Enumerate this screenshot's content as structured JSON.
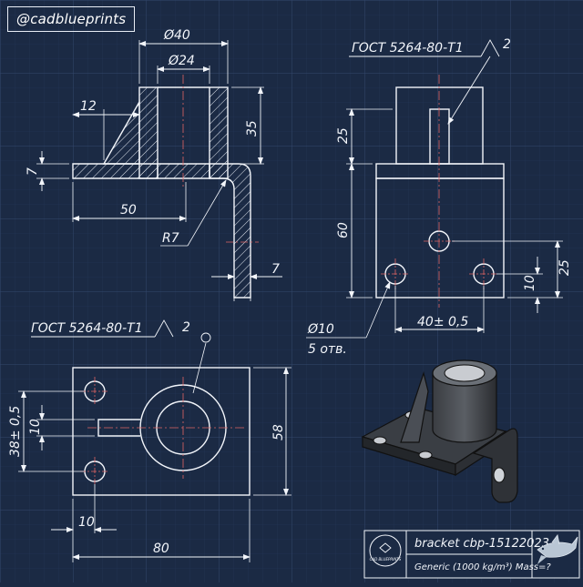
{
  "watermark": "@cadblueprints",
  "title_block": {
    "part": "bracket cbp-15122023",
    "material": "Generic (1000 kg/m³) Mass=?",
    "logo_text": "CAD BLUEPRINTS"
  },
  "front_view": {
    "dims": {
      "d_outer": "Ø40",
      "d_inner": "Ø24",
      "rib": "12",
      "height": "35",
      "thickness": "7",
      "length": "50",
      "radius": "R7",
      "wall": "7"
    }
  },
  "side_view": {
    "roughness": "ГОСТ 5264-80-Т1",
    "roughness_n": "2",
    "dims": {
      "upper": "25",
      "lower": "60",
      "holes_c": "25",
      "holes_b": "10",
      "spacing": "40± 0,5",
      "hole_d": "Ø10",
      "holes_count": "5 отв."
    }
  },
  "top_view": {
    "roughness": "ГОСТ 5264-80-Т1",
    "roughness_n": "2",
    "dims": {
      "pitch": "38± 0,5",
      "slot": "10",
      "height": "58",
      "edge": "10",
      "width": "80"
    }
  },
  "colors": {
    "background": "#1b2a44",
    "line": "#f2f5fa",
    "center": "#e06565",
    "grid": "#2b3e5e"
  }
}
